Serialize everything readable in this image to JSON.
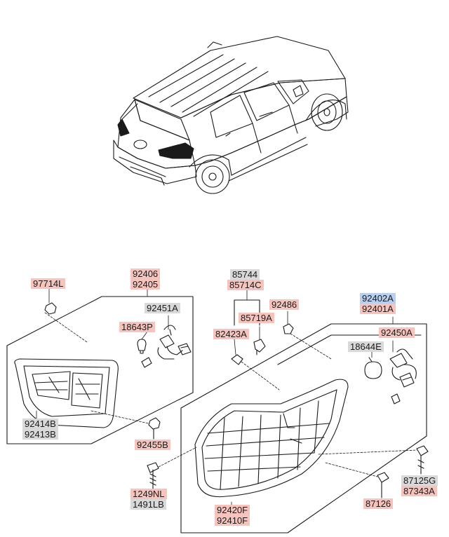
{
  "colors": {
    "highlight_red": "#f7c3bd",
    "highlight_grey": "#d9d9d9",
    "highlight_blue": "#b9cfee",
    "line": "#1a1a1a"
  },
  "labels": {
    "p97714L": "97714L",
    "p92406": "92406",
    "p92405": "92405",
    "p92451A": "92451A",
    "p18643P": "18643P",
    "p92414B": "92414B",
    "p92413B": "92413B",
    "p92455B": "92455B",
    "p85744": "85744",
    "p85714C": "85714C",
    "p85719A": "85719A",
    "p82423A": "82423A",
    "p92486": "92486",
    "p92402A": "92402A",
    "p92401A": "92401A",
    "p92450A": "92450A",
    "p18644E": "18644E",
    "p1249NL": "1249NL",
    "p1491LB": "1491LB",
    "p92420F": "92420F",
    "p92410F": "92410F",
    "p87125G": "87125G",
    "p87343A": "87343A",
    "p87126": "87126"
  }
}
